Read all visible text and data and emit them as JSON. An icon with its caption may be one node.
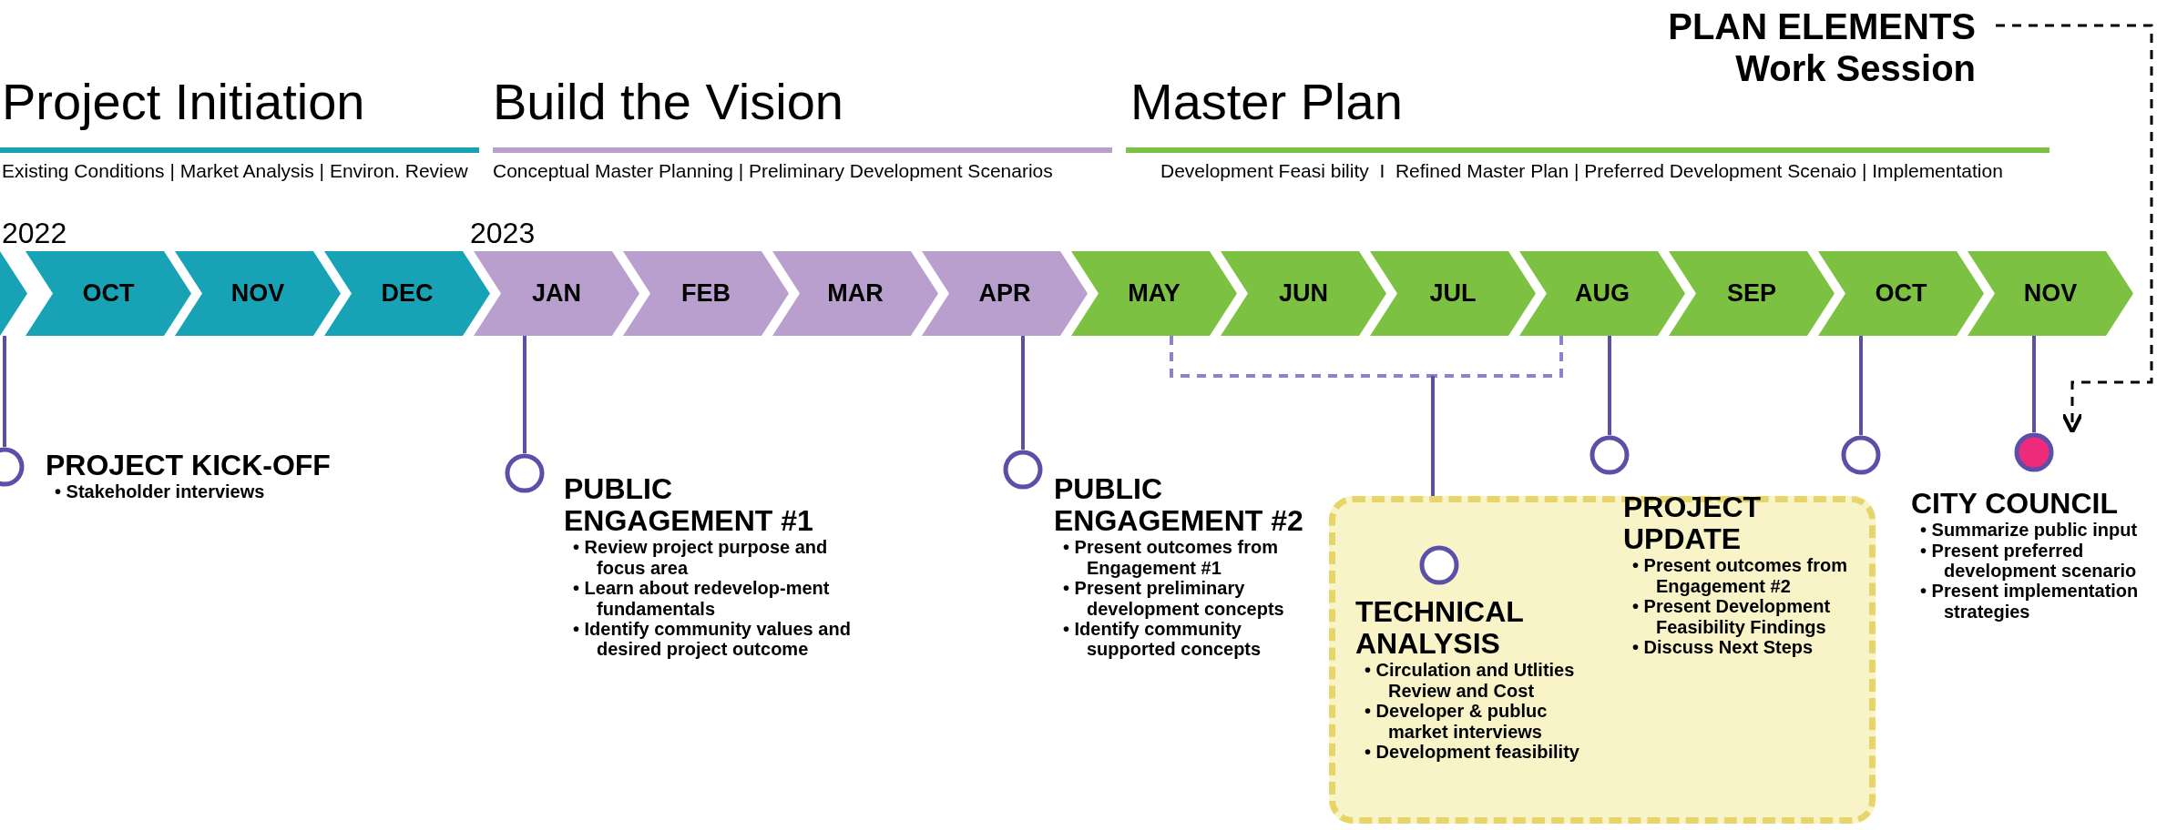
{
  "diagram": {
    "nodes": [
      {
        "text": [],
        "shape": "chevron"
      },
      {
        "text": [
          "OCT"
        ]
      },
      {
        "text": [
          "NOV"
        ]
      },
      {
        "text": [
          "DEC"
        ]
      },
      {
        "text": [
          "JAN"
        ]
      },
      {
        "text": [
          "FEB"
        ]
      },
      {
        "text": [
          "MAR"
        ]
      },
      {
        "text": [
          "APR"
        ]
      },
      {
        "text": [
          "MAY"
        ]
      },
      {
        "text": [
          "JUN"
        ]
      },
      {
        "text": [
          "JUL"
        ]
      },
      {
        "text": [
          "AUG"
        ]
      },
      {
        "text": [
          "SEP"
        ]
      },
      {
        "text": [
          "OCT"
        ]
      },
      {
        "text": [
          "NOV"
        ]
      },
      {
        "text": [
          "PROJECT KICK-OFF",
          "• Stakeholder interviews"
        ]
      },
      {
        "text": [
          "PUBLIC ENGAGEMENT #1",
          "• Review project purpose and focus area",
          "• Learn about redevelop-ment fundamentals",
          "• Identify community values and desired project outcome"
        ]
      },
      {
        "text": [
          "PUBLIC ENGAGEMENT #2",
          "• Present outcomes from Engagement #1",
          "• Present preliminary development concepts",
          "• Identify community supported concepts"
        ]
      },
      {
        "text": [],
        "shape": "box"
      },
      {
        "text": [
          "TECHNICAL ANALYSIS",
          "• Circulation and Utlities Review and Cost",
          "• Developer & publuc market interviews",
          "• Development feasibility"
        ],
        "in": 18
      },
      {
        "text": [
          "PROJECT UPDATE",
          "• Present outcomes from Engagement #2",
          "• Present Development Feasibility Findings",
          "• Discuss Next Steps"
        ]
      },
      {
        "text": [],
        "shape": "circle"
      },
      {
        "text": [
          "CITY COUNCIL",
          "• Summarize public input",
          "• Present preferred development scenario",
          "• Present implementation strategies"
        ]
      },
      {
        "text": [
          "PLAN ELEMENTS Work Session"
        ]
      }
    ],
    "edges": [
      {
        "from": 0,
        "to": 15,
        "arrow": "none"
      },
      {
        "from": 4,
        "to": 16,
        "arrow": "none"
      },
      {
        "from": 7,
        "to": 17,
        "arrow": "none"
      },
      {
        "from": 8,
        "to": 19,
        "arrow": "none",
        "style": "dashed",
        "color": "#8c82d0"
      },
      {
        "from": 11,
        "to": 19,
        "arrow": "none",
        "style": "dashed",
        "color": "#8c82d0"
      },
      {
        "from": 11,
        "to": 20,
        "arrow": "none"
      },
      {
        "from": 13,
        "to": 21,
        "arrow": "none"
      },
      {
        "from": 14,
        "to": 22,
        "arrow": "none"
      },
      {
        "from": 23,
        "to": 22,
        "arrow": "to",
        "style": "dashed",
        "color": "#000000"
      }
    ],
    "labels": [
      "Project Initiation",
      "Build the Vision",
      "Master Plan",
      "Existing Conditions | Market Analysis | Environ. Review",
      "Conceptual Master Planning | Preliminary Development Scenarios",
      "Development Feasi bility  I  Refined Master Plan | Preferred Development Scenaio | Implementation",
      "2022",
      "2023"
    ]
  }
}
